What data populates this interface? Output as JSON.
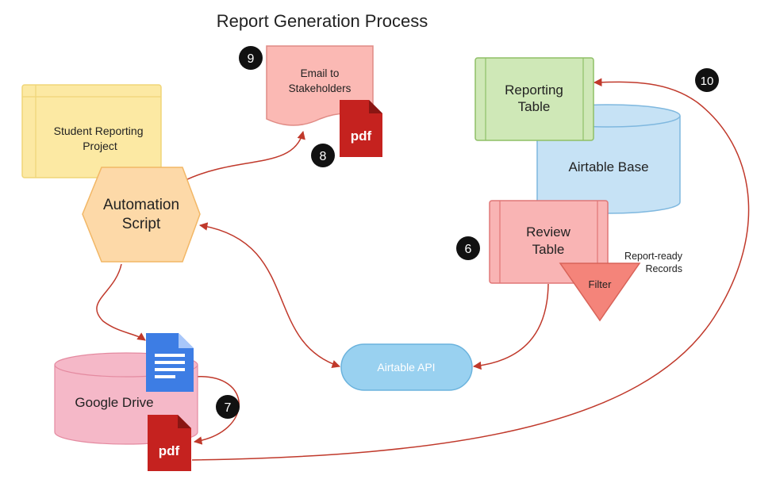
{
  "title": "Report Generation Process",
  "colors": {
    "arrow": "#c0392b",
    "pdf_red": "#c5221f",
    "doc_blue": "#3d7de4",
    "hex_orange": "#fdd9a8",
    "note_yellow": "#fce9a3",
    "green_table": "#cfe8b7",
    "cyl_blue": "#c6e2f5",
    "pink_cyl": "#f5b8c8",
    "review_red": "#f9b4b4",
    "filter_salmon": "#f4847a",
    "api_blue": "#99d1f0",
    "email_pink": "#fbb9b4"
  },
  "nodes": {
    "student_reporting_project": "Student Reporting Project",
    "automation_script_line1": "Automation",
    "automation_script_line2": "Script",
    "email_line1": "Email to",
    "email_line2": "Stakeholders",
    "reporting_table_line1": "Reporting",
    "reporting_table_line2": "Table",
    "airtable_base": "Airtable Base",
    "review_table_line1": "Review",
    "review_table_line2": "Table",
    "filter": "Filter",
    "report_ready_line1": "Report-ready",
    "report_ready_line2": "Records",
    "airtable_api": "Airtable API",
    "google_drive": "Google Drive",
    "pdf_label_email": "pdf",
    "pdf_label_drive": "pdf"
  },
  "steps": {
    "s6": "6",
    "s7": "7",
    "s8": "8",
    "s9": "9",
    "s10": "10"
  }
}
